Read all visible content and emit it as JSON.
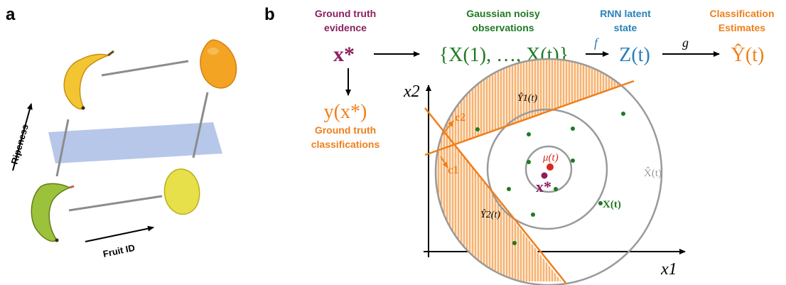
{
  "panel_a": {
    "label": "a",
    "ripeness_axis": "Ripeness",
    "fruit_axis": "Fruit ID"
  },
  "panel_b": {
    "label": "b",
    "headers": {
      "ground_truth": [
        "Ground truth",
        "evidence"
      ],
      "gaussian": [
        "Gaussian noisy",
        "observations"
      ],
      "rnn": [
        "RNN latent",
        "state"
      ],
      "classification": [
        "Classification",
        "Estimates"
      ]
    },
    "flow": {
      "x_star": "x*",
      "observations": "{X(1), …, X(t)}",
      "f_label": "f",
      "z": "Z(t)",
      "g_label": "g",
      "y_hat": "Ŷ(t)"
    },
    "ground_truth_class": {
      "expr": "y(x*)",
      "caption": [
        "Ground truth",
        "classifications"
      ]
    },
    "plot": {
      "x_axis": "x1",
      "y_axis": "x2",
      "region1": "Ŷ1(t)",
      "region2": "Ŷ2(t)",
      "c1": "c1",
      "c2": "c2",
      "mu": "μ(t)",
      "x_star": "x*",
      "x_hat": "X̂(t)",
      "x_obs": "X(t)"
    },
    "colors": {
      "purple": "#8b1f5e",
      "green": "#1e7a22",
      "blue": "#2780b8",
      "orange": "#ef7f1a",
      "red": "#d62a1e",
      "gray": "#9a9a9a",
      "plane": "#a9bde6"
    }
  }
}
